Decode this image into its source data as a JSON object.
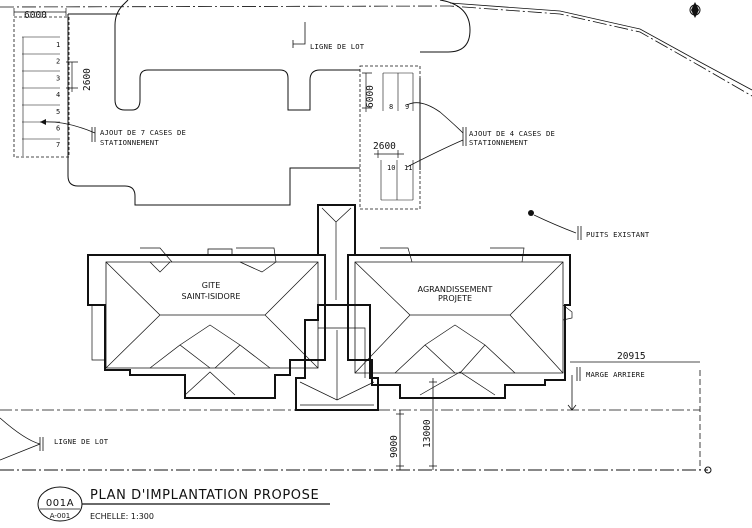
{
  "dimensions": {
    "stall_depth": "6000",
    "stall_width_left": "2600",
    "stall_depth_right": "6000",
    "stall_width_right": "2600",
    "rear_distance": "20915",
    "setback_9000": "9000",
    "setback_13000": "13000"
  },
  "labels": {
    "lot_line_top": "LIGNE DE LOT",
    "lot_line_bottom": "LIGNE DE LOT",
    "add_7_line1": "AJOUT DE 7 CASES DE",
    "add_7_line2": "STATIONNEMENT",
    "add_4_line1": "AJOUT DE 4 CASES DE",
    "add_4_line2": "STATIONNEMENT",
    "well": "PUITS EXISTANT",
    "rear_margin": "MARGE ARRIERE",
    "gite_line1": "GITE",
    "gite_line2": "SAINT-ISIDORE",
    "ext_line1": "AGRANDISSEMENT",
    "ext_line2": "PROJETE"
  },
  "stalls_left": [
    "1",
    "2",
    "3",
    "4",
    "5",
    "6",
    "7"
  ],
  "stalls_right": [
    "8",
    "9",
    "10",
    "11"
  ],
  "title_block": {
    "number": "001A",
    "sheet": "A-001",
    "title": "PLAN D'IMPLANTATION PROPOSE",
    "scale": "ECHELLE: 1:300"
  }
}
